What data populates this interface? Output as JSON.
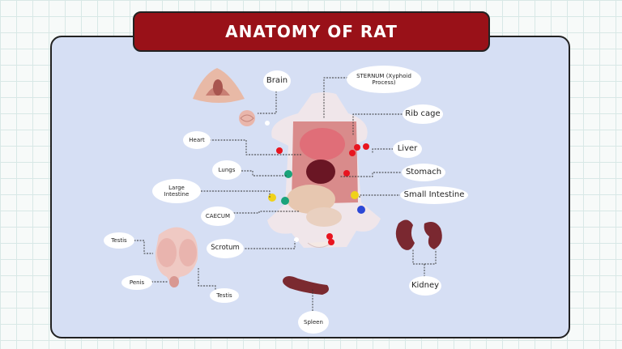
{
  "title": "ANATOMY OF RAT",
  "labels": {
    "brain": "Brain",
    "sternum": "STERNUM (Xyphoid Process)",
    "rib_cage": "Rib cage",
    "heart": "Heart",
    "liver": "Liver",
    "lungs": "Lungs",
    "stomach": "Stomach",
    "large_intestine": "Large Intestine",
    "small_intestine": "Small Intestine",
    "caecum": "CAECUM",
    "testis_left": "Testis",
    "scrotum": "Scrotum",
    "penis": "Penis",
    "testis_bottom": "Testis",
    "kidney": "Kidney",
    "spleen": "Spleen"
  },
  "colors": {
    "title_bg": "#991118",
    "panel_bg": "#d6dff4",
    "leader_line": "#333333"
  }
}
